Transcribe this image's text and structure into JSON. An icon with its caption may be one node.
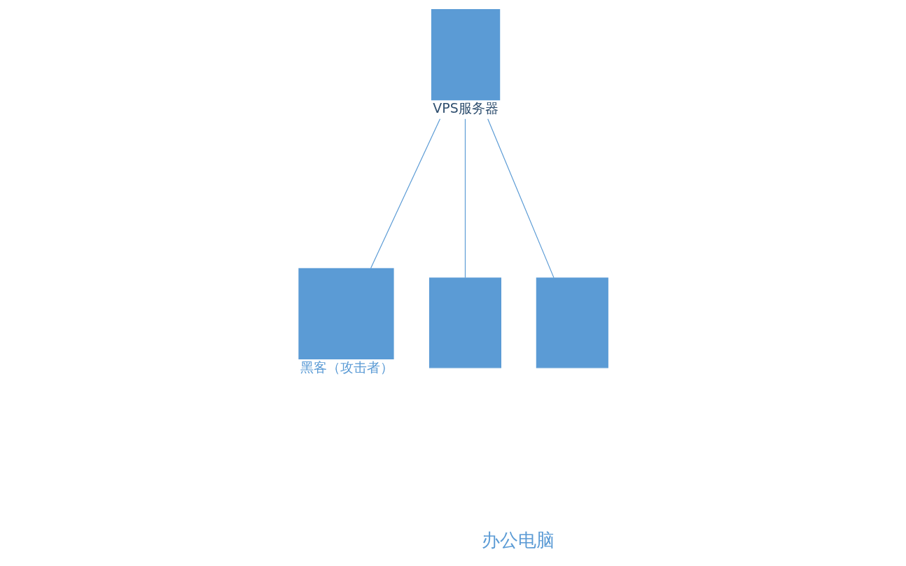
{
  "diagram": {
    "nodes": [
      {
        "text": [
          "VPS服务器"
        ]
      },
      {
        "text": [
          "黑客（攻击者）"
        ]
      },
      {
        "text": [],
        "shape": "box"
      },
      {
        "text": [],
        "shape": "box"
      }
    ],
    "edges": [
      {
        "from": 0,
        "to": 1,
        "arrow": "none"
      },
      {
        "from": 0,
        "to": 2,
        "arrow": "none"
      },
      {
        "from": 0,
        "to": 3,
        "arrow": "none"
      }
    ],
    "labels": [
      "办公电脑"
    ]
  }
}
